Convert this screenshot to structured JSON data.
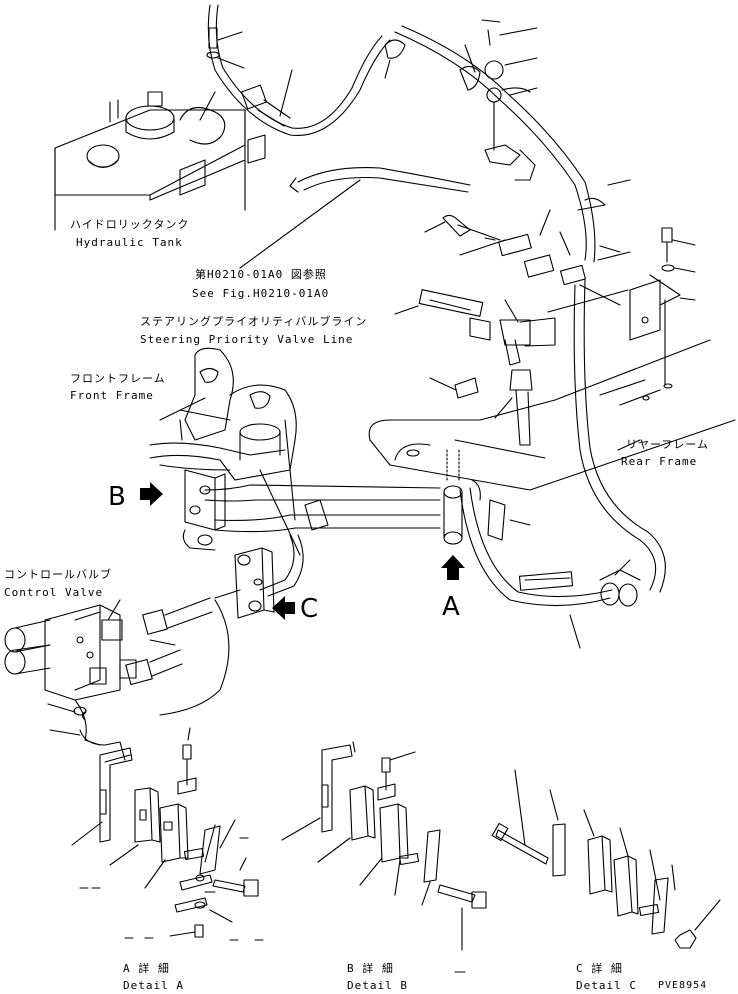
{
  "labels": {
    "hydraulic_tank_jp": "ハイドロリックタンク",
    "hydraulic_tank_en": "Hydraulic Tank",
    "see_fig_jp": "第H0210-01A0 図参照",
    "see_fig_en": "See Fig.H0210-01A0",
    "steering_jp": "ステアリングプライオリティバルブライン",
    "steering_en": "Steering Priority Valve Line",
    "front_frame_jp": "フロントフレーム",
    "front_frame_en": "Front Frame",
    "rear_frame_jp": "リヤーフレーム",
    "rear_frame_en": "Rear Frame",
    "control_valve_jp": "コントロールバルブ",
    "control_valve_en": "Control Valve"
  },
  "callouts": {
    "a": "A",
    "b": "B",
    "c": "C"
  },
  "details": {
    "a_jp": "A 詳 細",
    "a_en": "Detail A",
    "b_jp": "B 詳 細",
    "b_en": "Detail B",
    "c_jp": "C 詳 細",
    "c_en": "Detail C"
  },
  "drawing_code": "PVE8954"
}
